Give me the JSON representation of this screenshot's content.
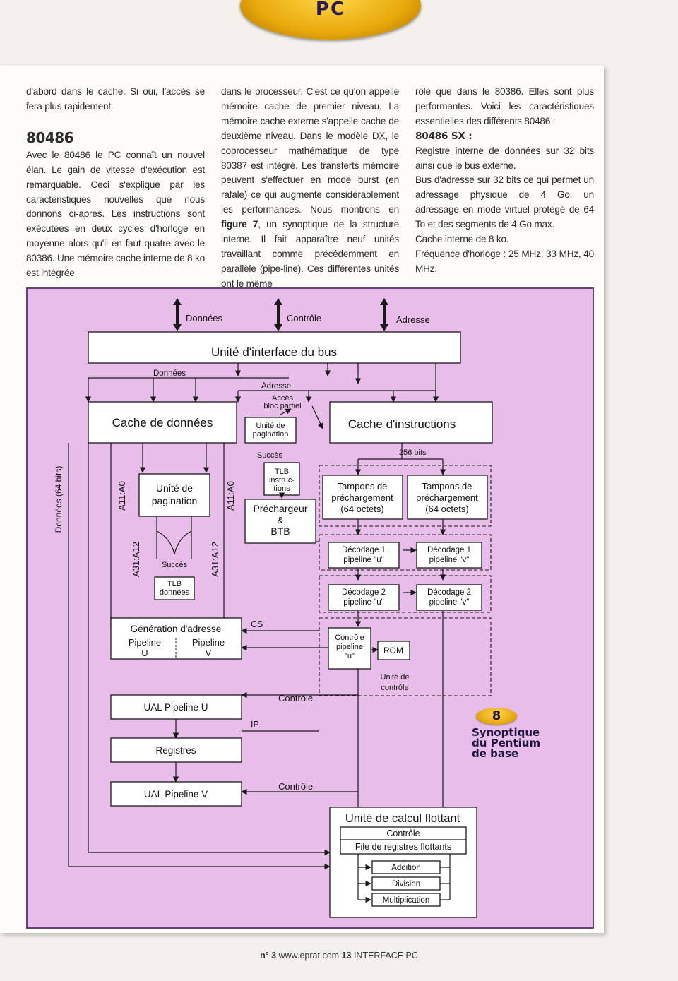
{
  "header": {
    "tab_label": "PC"
  },
  "article": {
    "col1": {
      "p1": "d'abord dans le cache. Si oui, l'accès se fera plus rapidement.",
      "heading": "80486",
      "p2": "Avec le 80486 le PC connaît un nouvel élan. Le gain de vitesse d'exécution est remarquable. Ceci s'explique par les caractéristiques nouvelles que nous donnons ci-après. Les instructions sont exécutées en deux cycles d'horloge en moyenne alors qu'il en faut quatre avec le 80386. Une mémoire cache interne de 8 ko est intégrée"
    },
    "col2": {
      "p1a": "dans le processeur. C'est ce qu'on appelle mémoire cache de premier niveau. La mémoire cache externe s'appelle cache de deuxième niveau. Dans le modèle DX, le coprocesseur mathématique de type 80387 est intégré. Les transferts mémoire peuvent s'effectuer en mode burst (en rafale) ce qui augmente considérablement les performances. Nous montrons en",
      "fig_ref": "figure 7",
      "p1b": ", un synoptique de la structure interne. Il fait apparaître neuf unités travaillant comme précédemment en parallèle (pipe-line). Ces différentes unités ont le même"
    },
    "col3": {
      "p1": "rôle que dans le 80386. Elles sont plus performantes. Voici les caractéristiques essentielles des différents 80486 :",
      "sub": "80486 SX :",
      "items": [
        "Registre interne de données sur 32 bits ainsi que le bus externe.",
        "Bus d'adresse sur 32 bits ce qui permet un adressage physique de 4 Go, un adressage en mode virtuel protégé de 64 To et des segments de 4 Go max.",
        "Cache interne de 8 ko.",
        "Fréquence d'horloge : 25 MHz, 33 MHz, 40 MHz."
      ]
    }
  },
  "diagram": {
    "bus_donnees": "Données",
    "bus_controle": "Contrôle",
    "bus_adresse": "Adresse",
    "bus_unit": "Unité d'interface du bus",
    "donnees": "Données",
    "adresse": "Adresse",
    "acces_l1": "Accès",
    "acces_l2": "bloc partiel",
    "cache_donnees": "Cache de données",
    "unite_pag_small_l1": "Unité de",
    "unite_pag_small_l2": "pagination",
    "cache_instr": "Cache d'instructions",
    "succes": "Succès",
    "bits256": "256 bits",
    "tlb_instr_l1": "TLB",
    "tlb_instr_l2": "instruc-",
    "tlb_instr_l3": "tions",
    "prech1_l1": "Tampons de",
    "prech1_l2": "préchargement",
    "prech1_l3": "(64 octets)",
    "prech2_l1": "Tampons de",
    "prech2_l2": "préchargement",
    "prech2_l3": "(64 octets)",
    "donnees64": "Données (64 bits)",
    "a11a0_l": "A11:A0",
    "a11a0_r": "A11:A0",
    "a31a12_l": "A31:A12",
    "a31a12_r": "A31:A12",
    "unite_pag_l1": "Unité de",
    "unite_pag_l2": "pagination",
    "prechargeur_l1": "Préchargeur",
    "prechargeur_l2": "&",
    "prechargeur_l3": "BTB",
    "succes2": "Succès",
    "tlb_donnees_l1": "TLB",
    "tlb_donnees_l2": "données",
    "dec1u_l1": "Décodage 1",
    "dec1u_l2": "pipeline \"u\"",
    "dec1v_l1": "Décodage 1",
    "dec1v_l2": "pipeline \"v\"",
    "dec2u_l1": "Décodage 2",
    "dec2u_l2": "pipeline \"u\"",
    "dec2v_l1": "Décodage 2",
    "dec2v_l2": "pipeline \"v\"",
    "gen_adresse": "Génération d'adresse",
    "pipeline_u_l1": "Pipeline",
    "pipeline_u_l2": "U",
    "pipeline_v_l1": "Pipeline",
    "pipeline_v_l2": "V",
    "cs": "CS",
    "ctrl_pipe_l1": "Contrôle",
    "ctrl_pipe_l2": "pipeline",
    "ctrl_pipe_l3": "\"u\"",
    "rom": "ROM",
    "unite_ctrl_l1": "Unité de",
    "unite_ctrl_l2": "contrôle",
    "ual_u": "UAL Pipeline U",
    "controle_1": "Contrôle",
    "ip": "IP",
    "registres": "Registres",
    "ual_v": "UAL Pipeline V",
    "controle_2": "Contrôle",
    "fpu": "Unité de calcul flottant",
    "fpu_ctrl": "Contrôle",
    "fpu_regs": "File de registres flottants",
    "addition": "Addition",
    "division": "Division",
    "multiplication": "Multiplication"
  },
  "figure_badge": {
    "number": "8",
    "caption_l1": "Synoptique",
    "caption_l2": "du Pentium",
    "caption_l3": "de base"
  },
  "footer": {
    "issue": "n° 3",
    "site": "www.eprat.com",
    "page": "13",
    "mag": "INTERFACE PC"
  }
}
